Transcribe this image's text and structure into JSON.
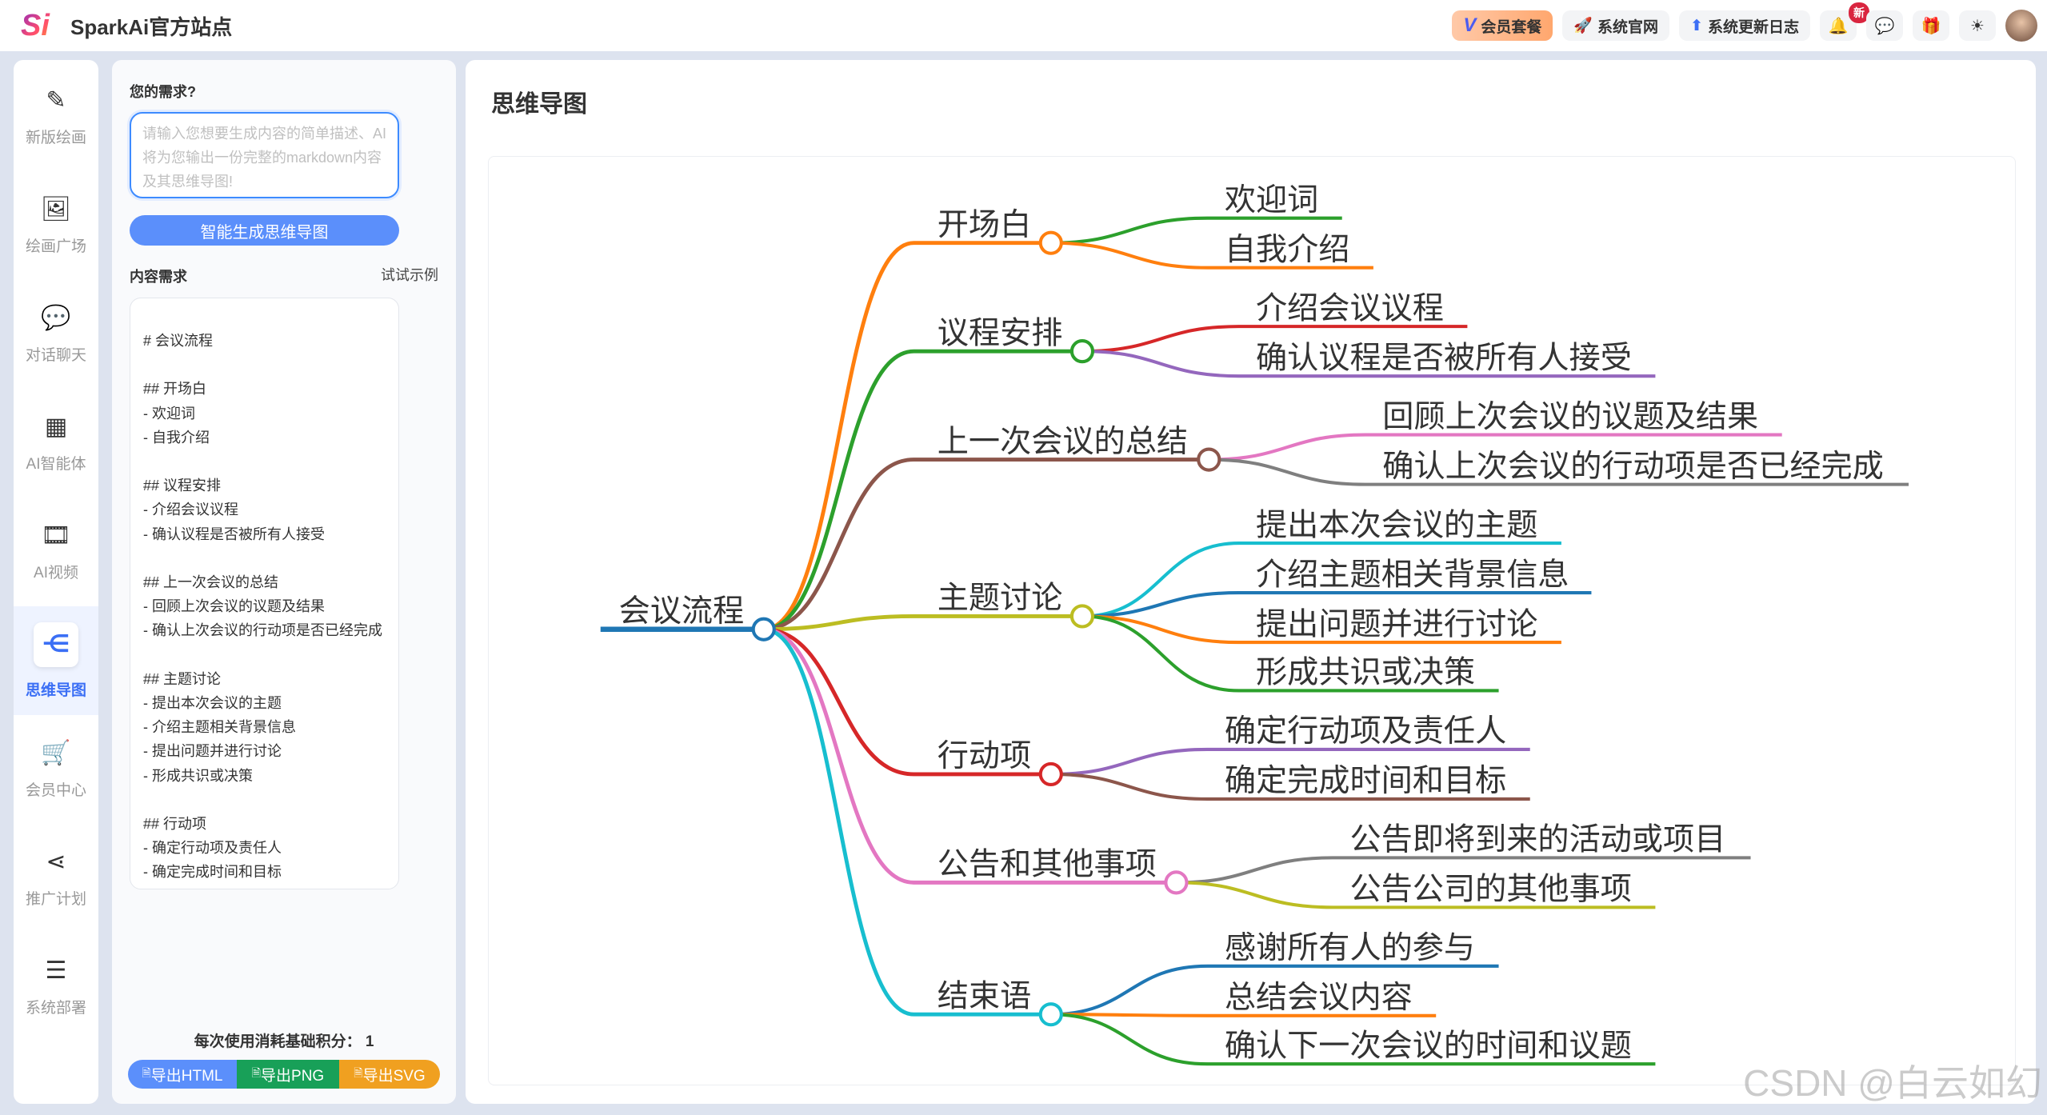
{
  "header": {
    "logo_text": "Si",
    "title": "SparkAi官方站点",
    "vip": "会员套餐",
    "official": "系统官网",
    "changelog": "系统更新日志",
    "new_badge": "新"
  },
  "sidebar": {
    "items": [
      {
        "label": "新版绘画",
        "icon": "✎"
      },
      {
        "label": "绘画广场",
        "icon": "🖼"
      },
      {
        "label": "对话聊天",
        "icon": "💬"
      },
      {
        "label": "AI智能体",
        "icon": "▦"
      },
      {
        "label": "AI视频",
        "icon": "🎞"
      },
      {
        "label": "思维导图",
        "icon": "⋲"
      },
      {
        "label": "会员中心",
        "icon": "🛒"
      },
      {
        "label": "推广计划",
        "icon": "⋖"
      },
      {
        "label": "系统部署",
        "icon": "☰"
      }
    ]
  },
  "panel": {
    "need_label": "您的需求?",
    "placeholder": "请输入您想要生成内容的简单描述、AI将为您输出一份完整的markdown内容及其思维导图!",
    "generate": "智能生成思维导图",
    "content_label": "内容需求",
    "try_example": "试试示例",
    "markdown": "# 会议流程\n\n## 开场白\n- 欢迎词\n- 自我介绍\n\n## 议程安排\n- 介绍会议议程\n- 确认议程是否被所有人接受\n\n## 上一次会议的总结\n- 回顾上次会议的议题及结果\n- 确认上次会议的行动项是否已经完成\n\n## 主题讨论\n- 提出本次会议的主题\n- 介绍主题相关背景信息\n- 提出问题并进行讨论\n- 形成共识或决策\n\n## 行动项\n- 确定行动项及责任人\n- 确定完成时间和目标",
    "cost": "每次使用消耗基础积分： 1",
    "export_html": "导出HTML",
    "export_png": "导出PNG",
    "export_svg": "导出SVG"
  },
  "main": {
    "title": "思维导图",
    "watermark": "CSDN @白云如幻"
  },
  "mindmap": {
    "root": "会议流程",
    "root_color": "#1f77b4",
    "branches": [
      {
        "label": "开场白",
        "color": "#ff7f0e",
        "children": [
          {
            "label": "欢迎词",
            "color": "#2ca02c"
          },
          {
            "label": "自我介绍",
            "color": "#ff7f0e"
          }
        ]
      },
      {
        "label": "议程安排",
        "color": "#2ca02c",
        "children": [
          {
            "label": "介绍会议议程",
            "color": "#d62728"
          },
          {
            "label": "确认议程是否被所有人接受",
            "color": "#9467bd"
          }
        ]
      },
      {
        "label": "上一次会议的总结",
        "color": "#8c564b",
        "children": [
          {
            "label": "回顾上次会议的议题及结果",
            "color": "#e377c2"
          },
          {
            "label": "确认上次会议的行动项是否已经完成",
            "color": "#7f7f7f"
          }
        ]
      },
      {
        "label": "主题讨论",
        "color": "#bcbd22",
        "children": [
          {
            "label": "提出本次会议的主题",
            "color": "#17becf"
          },
          {
            "label": "介绍主题相关背景信息",
            "color": "#1f77b4"
          },
          {
            "label": "提出问题并进行讨论",
            "color": "#ff7f0e"
          },
          {
            "label": "形成共识或决策",
            "color": "#2ca02c"
          }
        ]
      },
      {
        "label": "行动项",
        "color": "#d62728",
        "children": [
          {
            "label": "确定行动项及责任人",
            "color": "#9467bd"
          },
          {
            "label": "确定完成时间和目标",
            "color": "#8c564b"
          }
        ]
      },
      {
        "label": "公告和其他事项",
        "color": "#e377c2",
        "children": [
          {
            "label": "公告即将到来的活动或项目",
            "color": "#7f7f7f"
          },
          {
            "label": "公告公司的其他事项",
            "color": "#bcbd22"
          }
        ]
      },
      {
        "label": "结束语",
        "color": "#17becf",
        "children": [
          {
            "label": "感谢所有人的参与",
            "color": "#1f77b4"
          },
          {
            "label": "总结会议内容",
            "color": "#ff7f0e"
          },
          {
            "label": "确认下一次会议的时间和议题",
            "color": "#2ca02c"
          }
        ]
      }
    ]
  }
}
